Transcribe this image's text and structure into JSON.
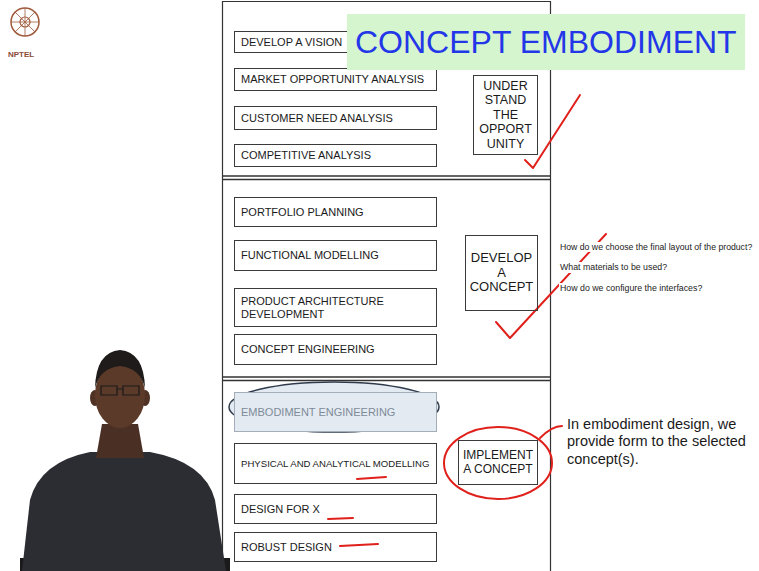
{
  "diagram": {
    "title": "CONCEPT EMBODIMENT",
    "nodes": [
      {
        "text": [
          "DEVELOP A VISION"
        ]
      },
      {
        "text": [
          "MARKET OPPORTUNITY ANALYSIS"
        ]
      },
      {
        "text": [
          "CUSTOMER NEED ANALYSIS"
        ]
      },
      {
        "text": [
          "COMPETITIVE ANALYSIS"
        ]
      },
      {
        "text": [
          "UNDER STAND THE OPPORT UNITY"
        ]
      },
      {
        "text": [
          "PORTFOLIO PLANNING"
        ]
      },
      {
        "text": [
          "FUNCTIONAL MODELLING"
        ]
      },
      {
        "text": [
          "PRODUCT ARCHITECTURE DEVELOPMENT"
        ]
      },
      {
        "text": [
          "CONCEPT ENGINEERING"
        ]
      },
      {
        "text": [
          "DEVELOP A CONCEPT"
        ]
      },
      {
        "text": [
          "EMBODIMENT ENGINEERING"
        ]
      },
      {
        "text": [
          "PHYSICAL AND ANALYTICAL MODELLING"
        ]
      },
      {
        "text": [
          "DESIGN FOR X"
        ]
      },
      {
        "text": [
          "ROBUST DESIGN"
        ]
      },
      {
        "text": [
          "IMPLEMENT A CONCEPT"
        ]
      }
    ],
    "labels": [
      "NPTEL",
      "How do we choose the final layout of the product?",
      "What materials to be used?",
      "How do we configure the interfaces?",
      "In embodiment design, we provide form to the selected concept(s)."
    ]
  }
}
